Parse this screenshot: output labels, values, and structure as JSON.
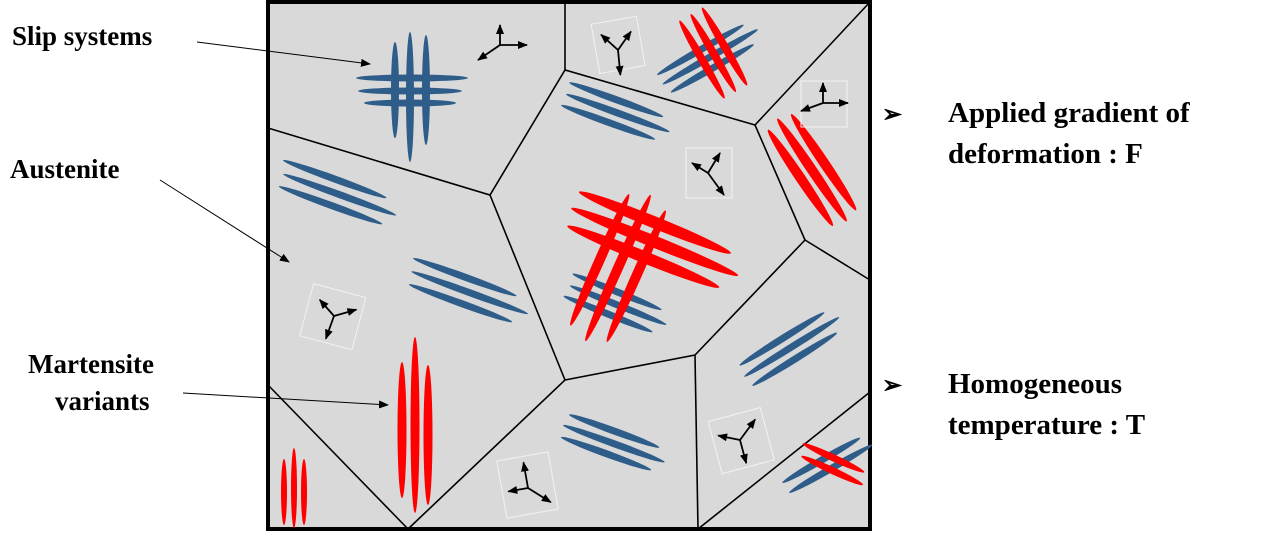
{
  "labels": {
    "slip_systems": "Slip systems",
    "austenite": "Austenite",
    "martensite_line1": "Martensite",
    "martensite_line2": "variants"
  },
  "conditions": [
    {
      "bullet": "➢",
      "line1": "Applied gradient of",
      "line2": "deformation : F"
    },
    {
      "bullet": "➢",
      "line1": "Homogeneous",
      "line2": "temperature : T"
    }
  ],
  "colors": {
    "grain_fill": "#d9d9d9",
    "slip_system": "#2f5d8a",
    "martensite": "#ff0000",
    "boundary": "#000000"
  }
}
